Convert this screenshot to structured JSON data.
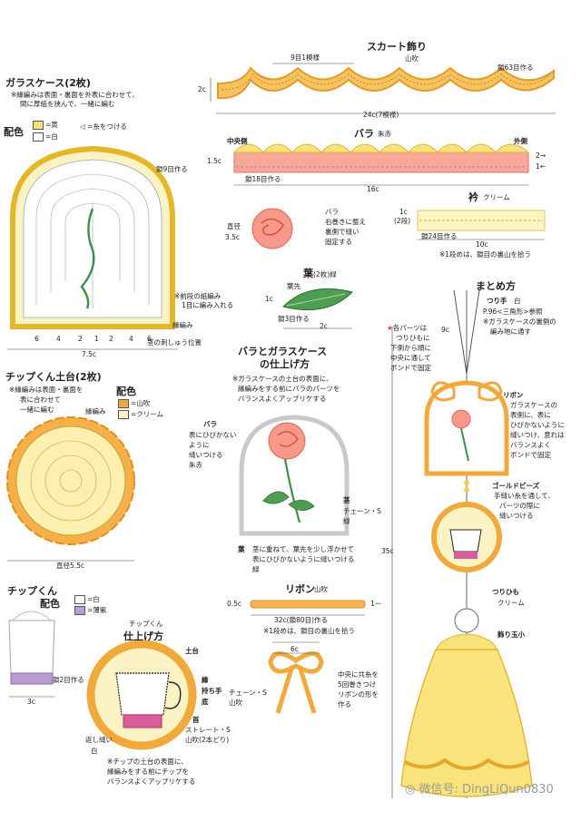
{
  "skirt": {
    "title": "スカート飾り",
    "color": "山吹",
    "repeat": "9目1模様",
    "chain_note": "鎖63目作る",
    "height": "2c",
    "width": "24c(7模様)"
  },
  "glass_case": {
    "title": "ガラスケース(2枚)",
    "note1": "※縁編みは表面・裏面を外表に合わせて、",
    "note2": "間に厚紙を挟んで、一緒に編む",
    "haishoku": "配色",
    "color_yellow": "=黄",
    "color_white": "=白",
    "thread_attach": "◁ =糸をつける",
    "chain_note": "鎖9目作る",
    "prev_row1": "※前段の紙編み",
    "prev_row2": "1目に編み入れる",
    "edging": "縁編み",
    "stem_pos": "茎の刺しゅう位置",
    "width": "7.5c",
    "axis": [
      "6",
      "4",
      "2",
      "1",
      "2",
      "4",
      "6"
    ]
  },
  "rose": {
    "title": "バラ",
    "color": "朱赤",
    "center": "中央側",
    "outer": "外側",
    "height": "1.5c",
    "chain_note": "鎖18目作る",
    "width": "16c",
    "rows": [
      "2→",
      "1←"
    ]
  },
  "rose_finish": {
    "label": "バラ",
    "n1": "右巻きに整え",
    "n2": "裏側で縫い",
    "n3": "固定する",
    "dia1": "直径",
    "dia2": "3.5c"
  },
  "collar": {
    "title": "衿",
    "color": "クリーム",
    "rows_a": "1c",
    "rows_b": "(2段)",
    "chain_note": "鎖24目作る",
    "width": "10c",
    "note": "※1段めは、鎖目の裏山を拾う"
  },
  "leaf": {
    "title": "葉",
    "count": "(2枚)",
    "color": "緑",
    "tip": "葉先",
    "height": "1c",
    "chain_note": "鎖3目作る",
    "width": "2c"
  },
  "matome": {
    "title": "まとめ方",
    "strap": "つり手",
    "strap_color": "白",
    "strap_ref": "P.96<三角形>参照",
    "strap_n1": "※ガラスケースの裏側の",
    "strap_n2": "編み地に通す",
    "length": "9c",
    "parts1": "各パーツは",
    "parts2": "つりひもに",
    "parts3": "下側から順に",
    "parts4": "中央に通して",
    "parts5": "ボンドで固定",
    "ribbon": "リボン",
    "ribbon_n1": "ガラスケースの",
    "ribbon_n2": "表側に、表に",
    "ribbon_n3": "ひびかないように",
    "ribbon_n4": "縫いつけ、意れは",
    "ribbon_n5": "バランスよく",
    "ribbon_n6": "ボンドで固定",
    "beads": "ゴールドビーズ",
    "beads_n1": "手縫い糸を通して、",
    "beads_n2": "パーツの際に",
    "beads_n3": "縫いつける",
    "cord": "つりひも",
    "cord_color": "クリーム",
    "ball": "飾り玉小",
    "total": "35c"
  },
  "chip_base": {
    "title": "チップくん土台(2枚)",
    "n1": "※縁編みは表面・裏面を",
    "n2": "表に合わせて",
    "n3": "一緒に編む",
    "edging": "縁編み",
    "haishoku": "配色",
    "color_a": "=山吹",
    "color_b": "=クリーム",
    "dia": "直径5.5c"
  },
  "rose_case": {
    "t1": "バラとガラスケース",
    "t2": "の仕上げ方",
    "n1": "※ガラスケースの土台の表面に、",
    "n2": "縁編みをする前にバラのパーツを",
    "n3": "バランスよくアップリケする",
    "rose": "バラ",
    "rn1": "表にひびかない",
    "rn2": "ように",
    "rn3": "縫いつける",
    "rn4": "朱赤",
    "stem": "茎",
    "stem_n": "チェーン・S",
    "stem_c": "緑",
    "leaf": "葉",
    "leaf_n1": "茎に重ねて、葉先を少し浮かせて",
    "leaf_n2": "表にひびかないように縫いつける",
    "leaf_c": "緑"
  },
  "ribbon": {
    "title": "リボン",
    "color": "山吹",
    "h": "0.5c",
    "row": "1ー",
    "chain_note": "32c(鎖80目)作る",
    "note": "※1段めは、鎖目の裏山を拾う",
    "bow_w": "6c",
    "bn1": "中央に共糸を",
    "bn2": "5回巻きつけ",
    "bn3": "リボンの形を",
    "bn4": "作る"
  },
  "chip": {
    "title": "チップくん",
    "haishoku": "配色",
    "color_a": "=白",
    "color_b": "=薄紫",
    "chain_note": "鎖2目作る",
    "width": "3c"
  },
  "chip_finish": {
    "small": "チップくん",
    "title": "仕上げ方",
    "base": "土台",
    "rim": "縁",
    "handle": "持ち手",
    "bottom": "底",
    "chain_s": "チェーン・S",
    "chain_s2": "山吹",
    "neck": "首",
    "neck_n1": "ストレート・S",
    "neck_n2": "山吹(2本どり)",
    "return1": "返し縫い",
    "return2": "白",
    "n1": "※チップの土台の表面に、",
    "n2": "縁編みをする前にチップを",
    "n3": "バランスよくアップリケする"
  },
  "watermark": "微信号: DingLiQun0830",
  "colors": {
    "mustard": "#f2a93b",
    "yellow": "#f7e27a",
    "cream": "#fbf3c4",
    "salmon": "#f29b8a",
    "green": "#3e8f4a",
    "pink": "#d85d9a",
    "lavender": "#b99dd0"
  }
}
